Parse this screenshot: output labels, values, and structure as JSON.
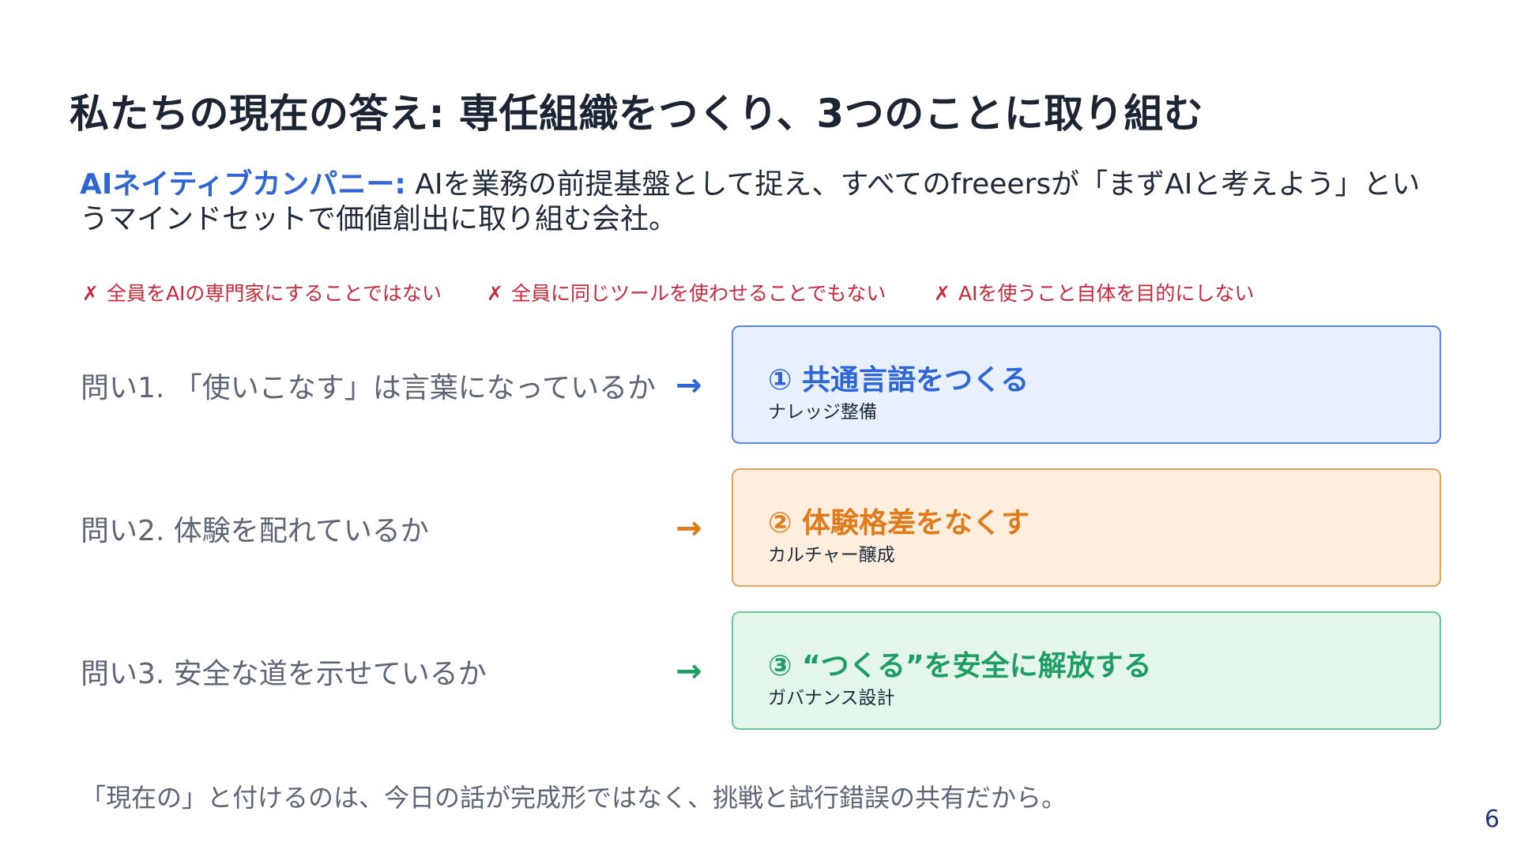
{
  "slide": {
    "title": "私たちの現在の答え: 専任組織をつくり、3つのことに取り組む",
    "definition": {
      "term": "AIネイティブカンパニー:",
      "text": " AIを業務の前提基盤として捉え、すべてのfreeersが「まずAIと考えよう」というマインドセットで価値創出に取り組む会社。"
    },
    "nots": [
      {
        "mark": "✗",
        "text": "全員をAIの専門家にすることではない"
      },
      {
        "mark": "✗",
        "text": "全員に同じツールを使わせることでもない"
      },
      {
        "mark": "✗",
        "text": "AIを使うこと自体を目的にしない"
      }
    ],
    "rows": [
      {
        "question": "問い1. 「使いこなす」は言葉になっているか",
        "arrow": "→",
        "title": "① 共通言語をつくる",
        "subtitle": "ナレッジ整備"
      },
      {
        "question": "問い2. 体験を配れているか",
        "arrow": "→",
        "title": "② 体験格差をなくす",
        "subtitle": "カルチャー醸成"
      },
      {
        "question": "問い3. 安全な道を示せているか",
        "arrow": "→",
        "title": "③ “つくる”を安全に解放する",
        "subtitle": "ガバナンス設計"
      }
    ],
    "footer": "「現在の」と付けるのは、今日の話が完成形ではなく、挑戦と試行錯誤の共有だから。",
    "page_number": "6"
  },
  "colors": {
    "blue": "#2f66d6",
    "blue_bg": "#e9f0fd",
    "blue_border": "#5a86e0",
    "orange": "#e07b1c",
    "orange_bg": "#fdeedd",
    "orange_border": "#e6a35a",
    "green": "#1f9e63",
    "green_bg": "#e4f5ec",
    "green_border": "#6cc39a",
    "red": "#c9283b"
  }
}
